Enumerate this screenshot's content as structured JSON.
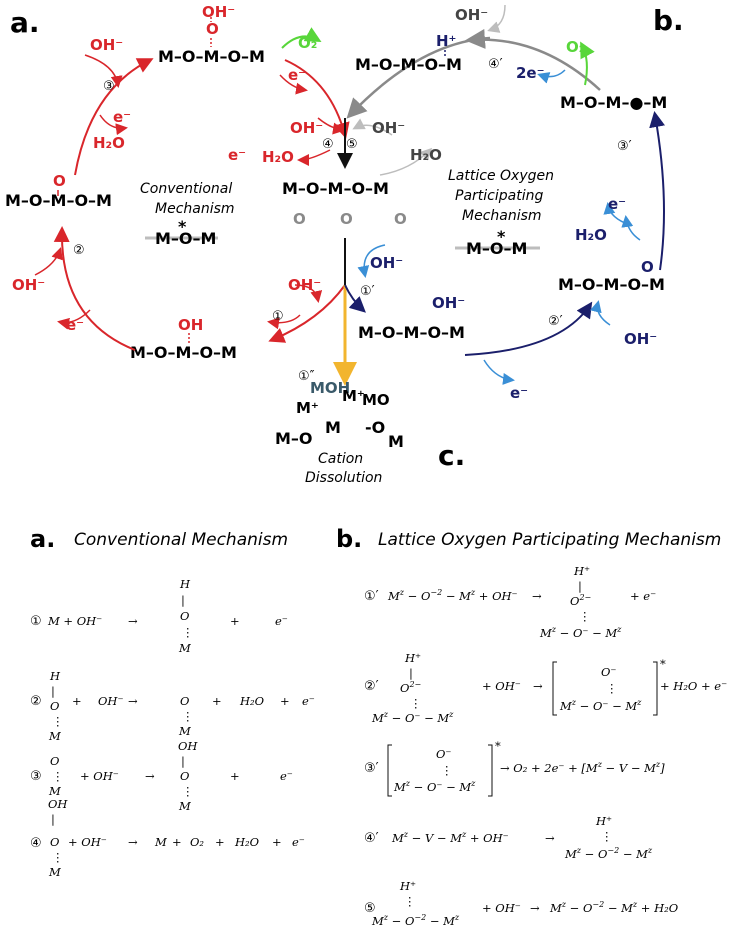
{
  "panels": {
    "a": "a.",
    "b": "b.",
    "c": "c."
  },
  "center": {
    "conventional": [
      "Conventional",
      "Mechanism"
    ],
    "lattice": [
      "Lattice Oxygen",
      "Participating",
      "Mechanism"
    ],
    "dissolution": [
      "Cation",
      "Dissolution"
    ],
    "mom": "M–O–M",
    "star": "*",
    "chain": "M–O–M–O–M",
    "o": "O"
  },
  "species": {
    "oh": "OH⁻",
    "oh_plain": "OH",
    "o": "O",
    "o2": "O₂",
    "h2o": "H₂O",
    "e": "e⁻",
    "two_e": "2e⁻",
    "hplus": "H⁺",
    "m_o_m_o_m": "M–O–M–O–M",
    "m_o_m_dot_m": "M–O–M–●–M",
    "moh": "MOH",
    "mplus": "M⁺",
    "mprime": "M⁺",
    "mo": "MO",
    "m_o": "M–O",
    "m_sup": "M",
    "o_m": "-O",
    "m": "M"
  },
  "steps": {
    "s1": "①",
    "s2": "②",
    "s3": "③",
    "s4": "④",
    "s5": "⑤",
    "s1p": "①′",
    "s2p": "②′",
    "s3p": "③′",
    "s4p": "④′",
    "s1pp": "①″"
  },
  "eq_headers": {
    "a_letter": "a.",
    "a_title": "Conventional Mechanism",
    "b_letter": "b.",
    "b_title": "Lattice Oxygen Participating Mechanism"
  },
  "colors": {
    "red": "#d9262b",
    "navy": "#1b1f6b",
    "lightblue": "#3a8fd6",
    "gray": "#8a8a8a",
    "lightgray": "#bdbdbd",
    "green": "#58d63a",
    "gold": "#f2b52e"
  }
}
